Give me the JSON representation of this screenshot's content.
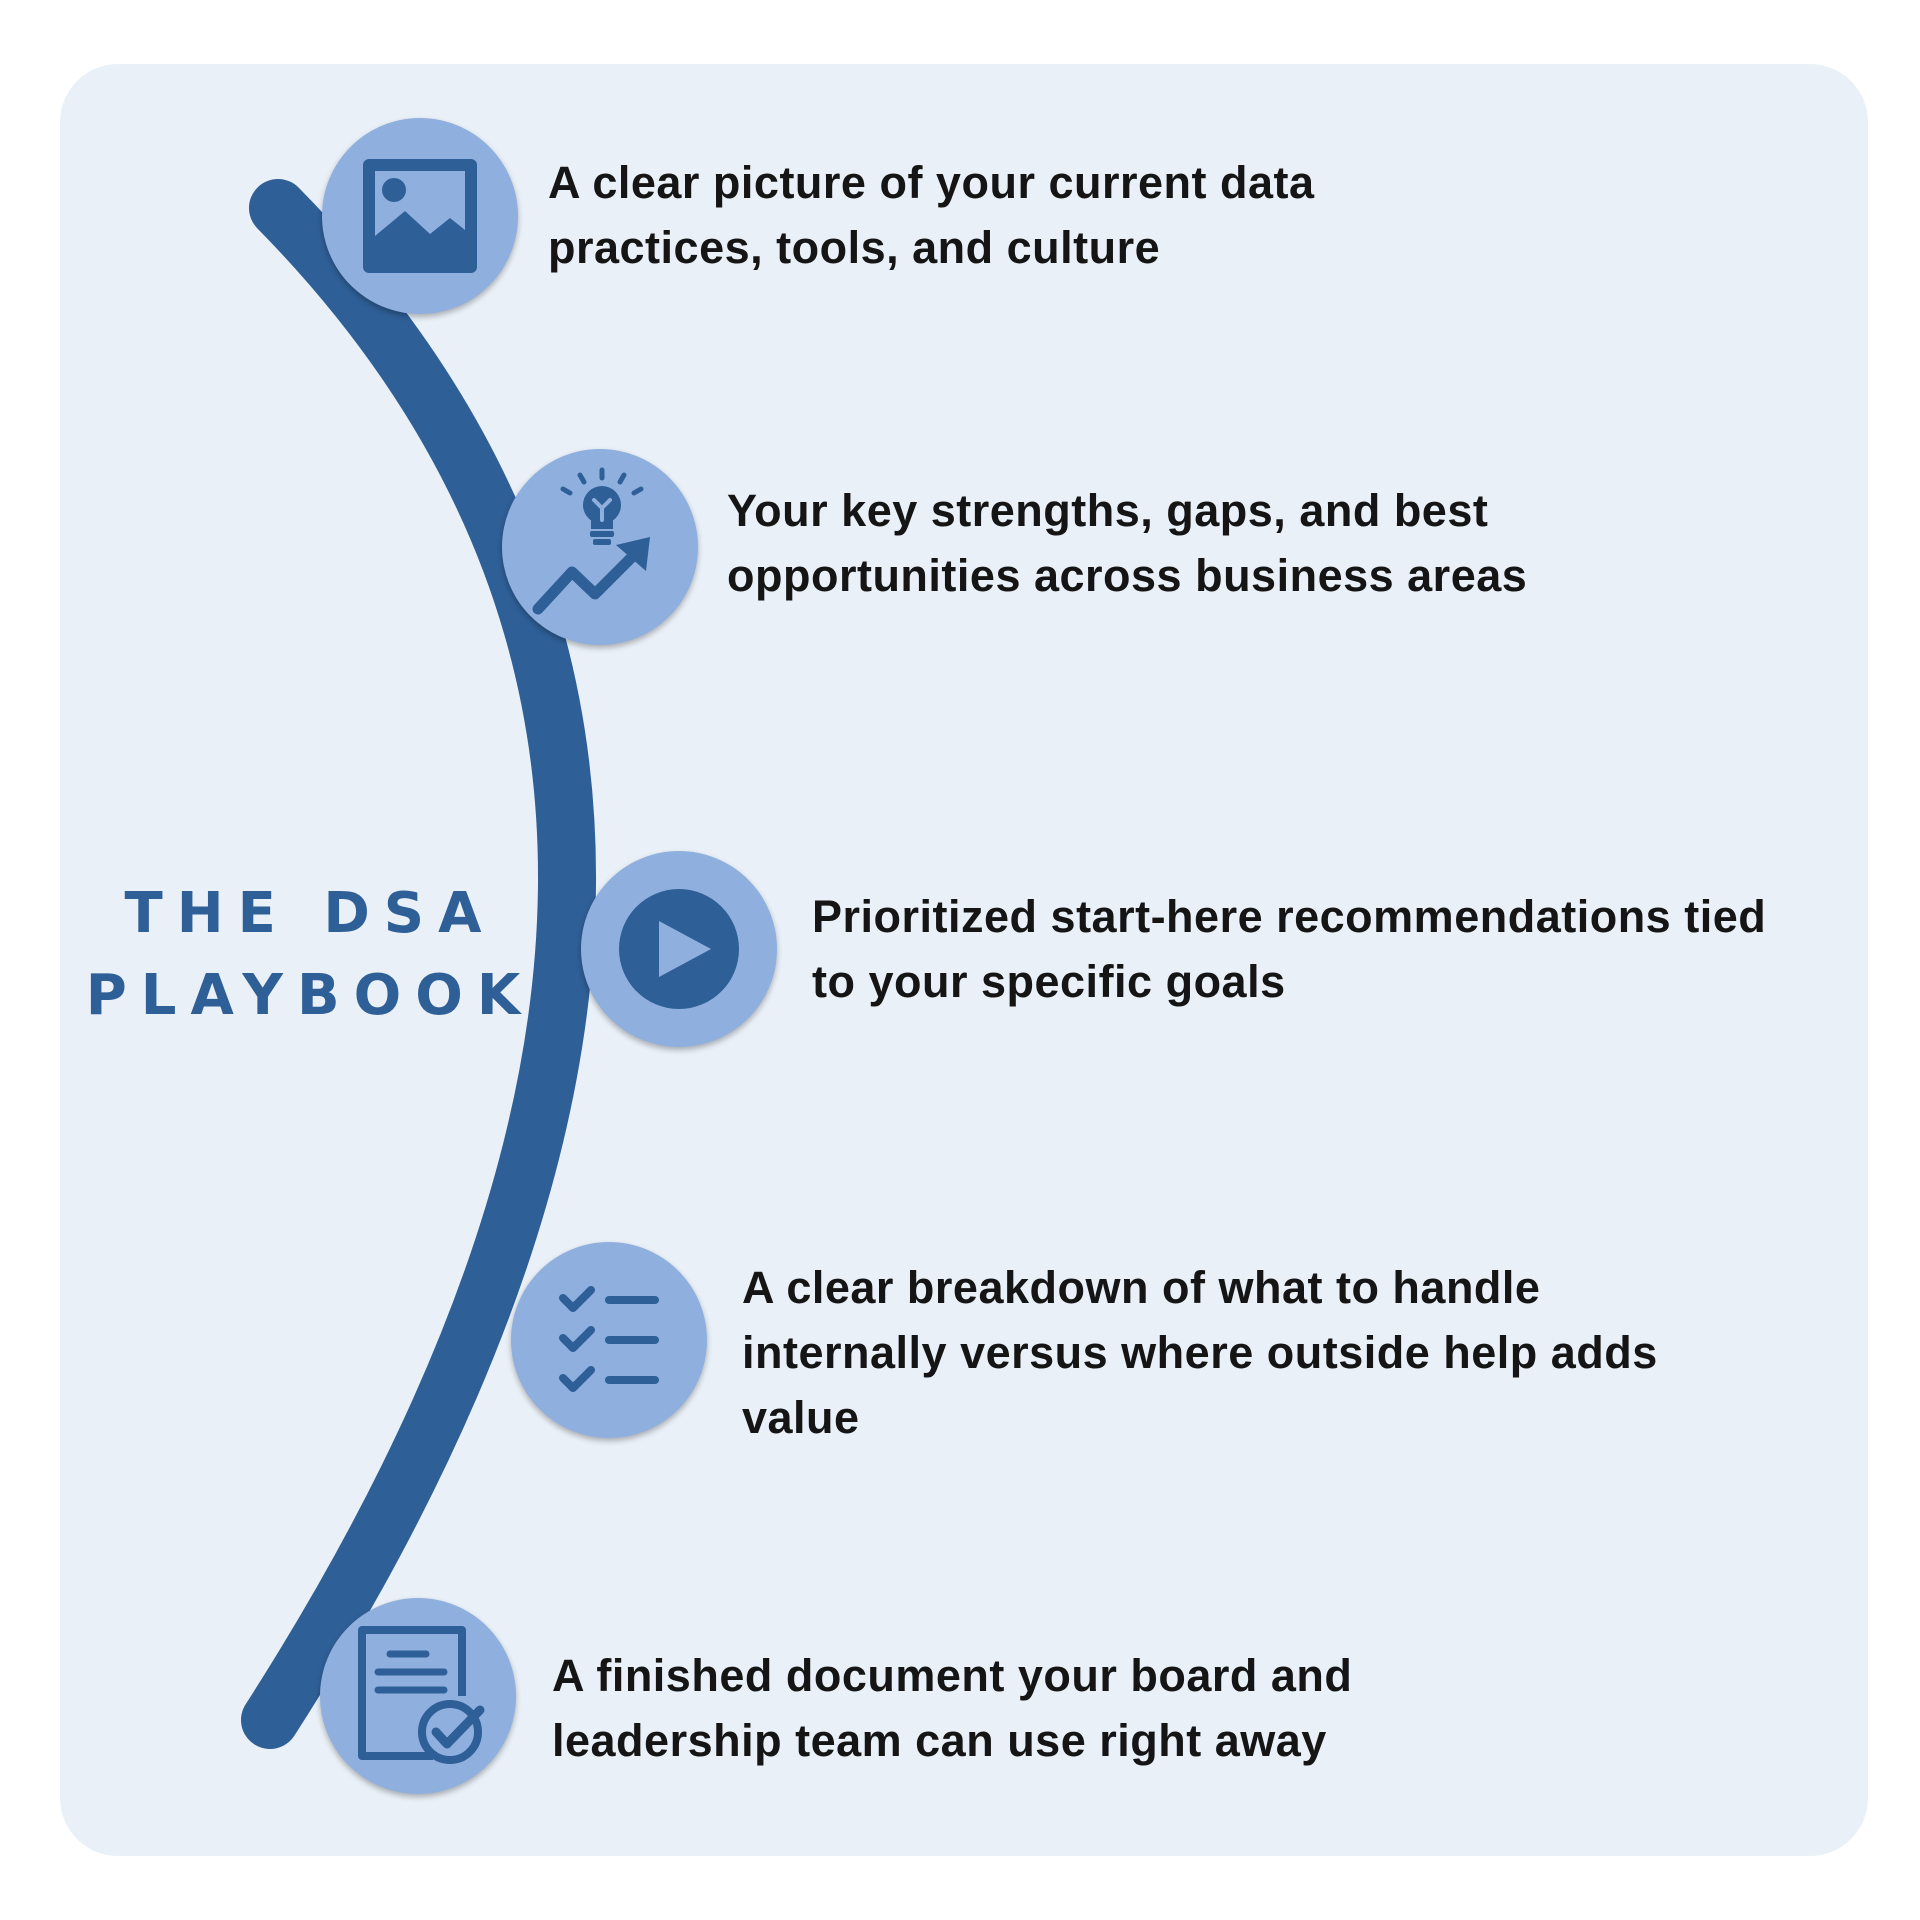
{
  "title": {
    "line1": "THE DSA",
    "line2": "PLAYBOOK"
  },
  "colors": {
    "card_background": "#eaf0f8",
    "arc": "#2f5f97",
    "circle_fill": "#8fb0de",
    "icon": "#2f5f97",
    "title": "#2f5f97",
    "text": "#151515"
  },
  "steps": [
    {
      "icon": "image-icon",
      "text": "A clear picture of your current data practices, tools, and culture"
    },
    {
      "icon": "lightbulb-growth-icon",
      "text": "Your key strengths, gaps, and best opportunities across business areas"
    },
    {
      "icon": "play-icon",
      "text": "Prioritized start-here recommendations tied to your specific goals"
    },
    {
      "icon": "checklist-icon",
      "text": "A clear breakdown of what to handle internally versus where outside help adds value"
    },
    {
      "icon": "document-check-icon",
      "text": "A finished document your board and leadership team can use right away"
    }
  ]
}
